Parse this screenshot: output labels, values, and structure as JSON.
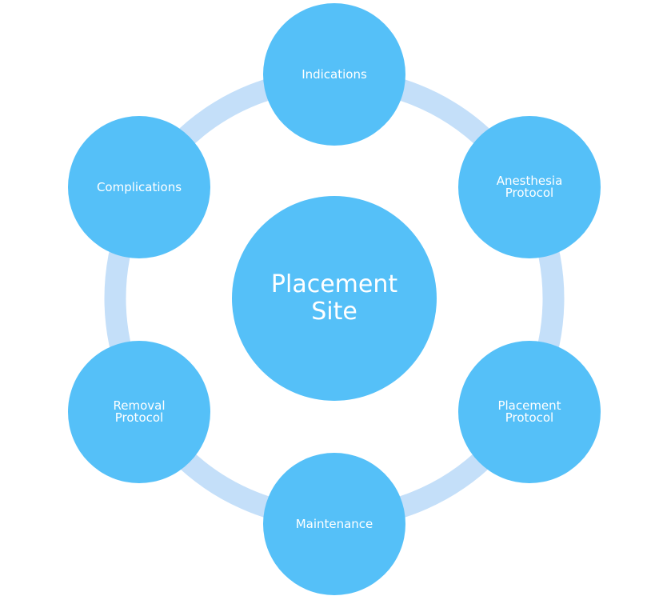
{
  "colors": {
    "node": "#55c0f8",
    "ring": "#c4dff9",
    "label": "#ffffff"
  },
  "center": {
    "label": "Placement\nSite"
  },
  "nodes": [
    {
      "label": "Indications"
    },
    {
      "label": "Anesthesia\nProtocol"
    },
    {
      "label": "Placement\nProtocol"
    },
    {
      "label": "Maintenance"
    },
    {
      "label": "Removal\nProtocol"
    },
    {
      "label": "Complications"
    }
  ]
}
